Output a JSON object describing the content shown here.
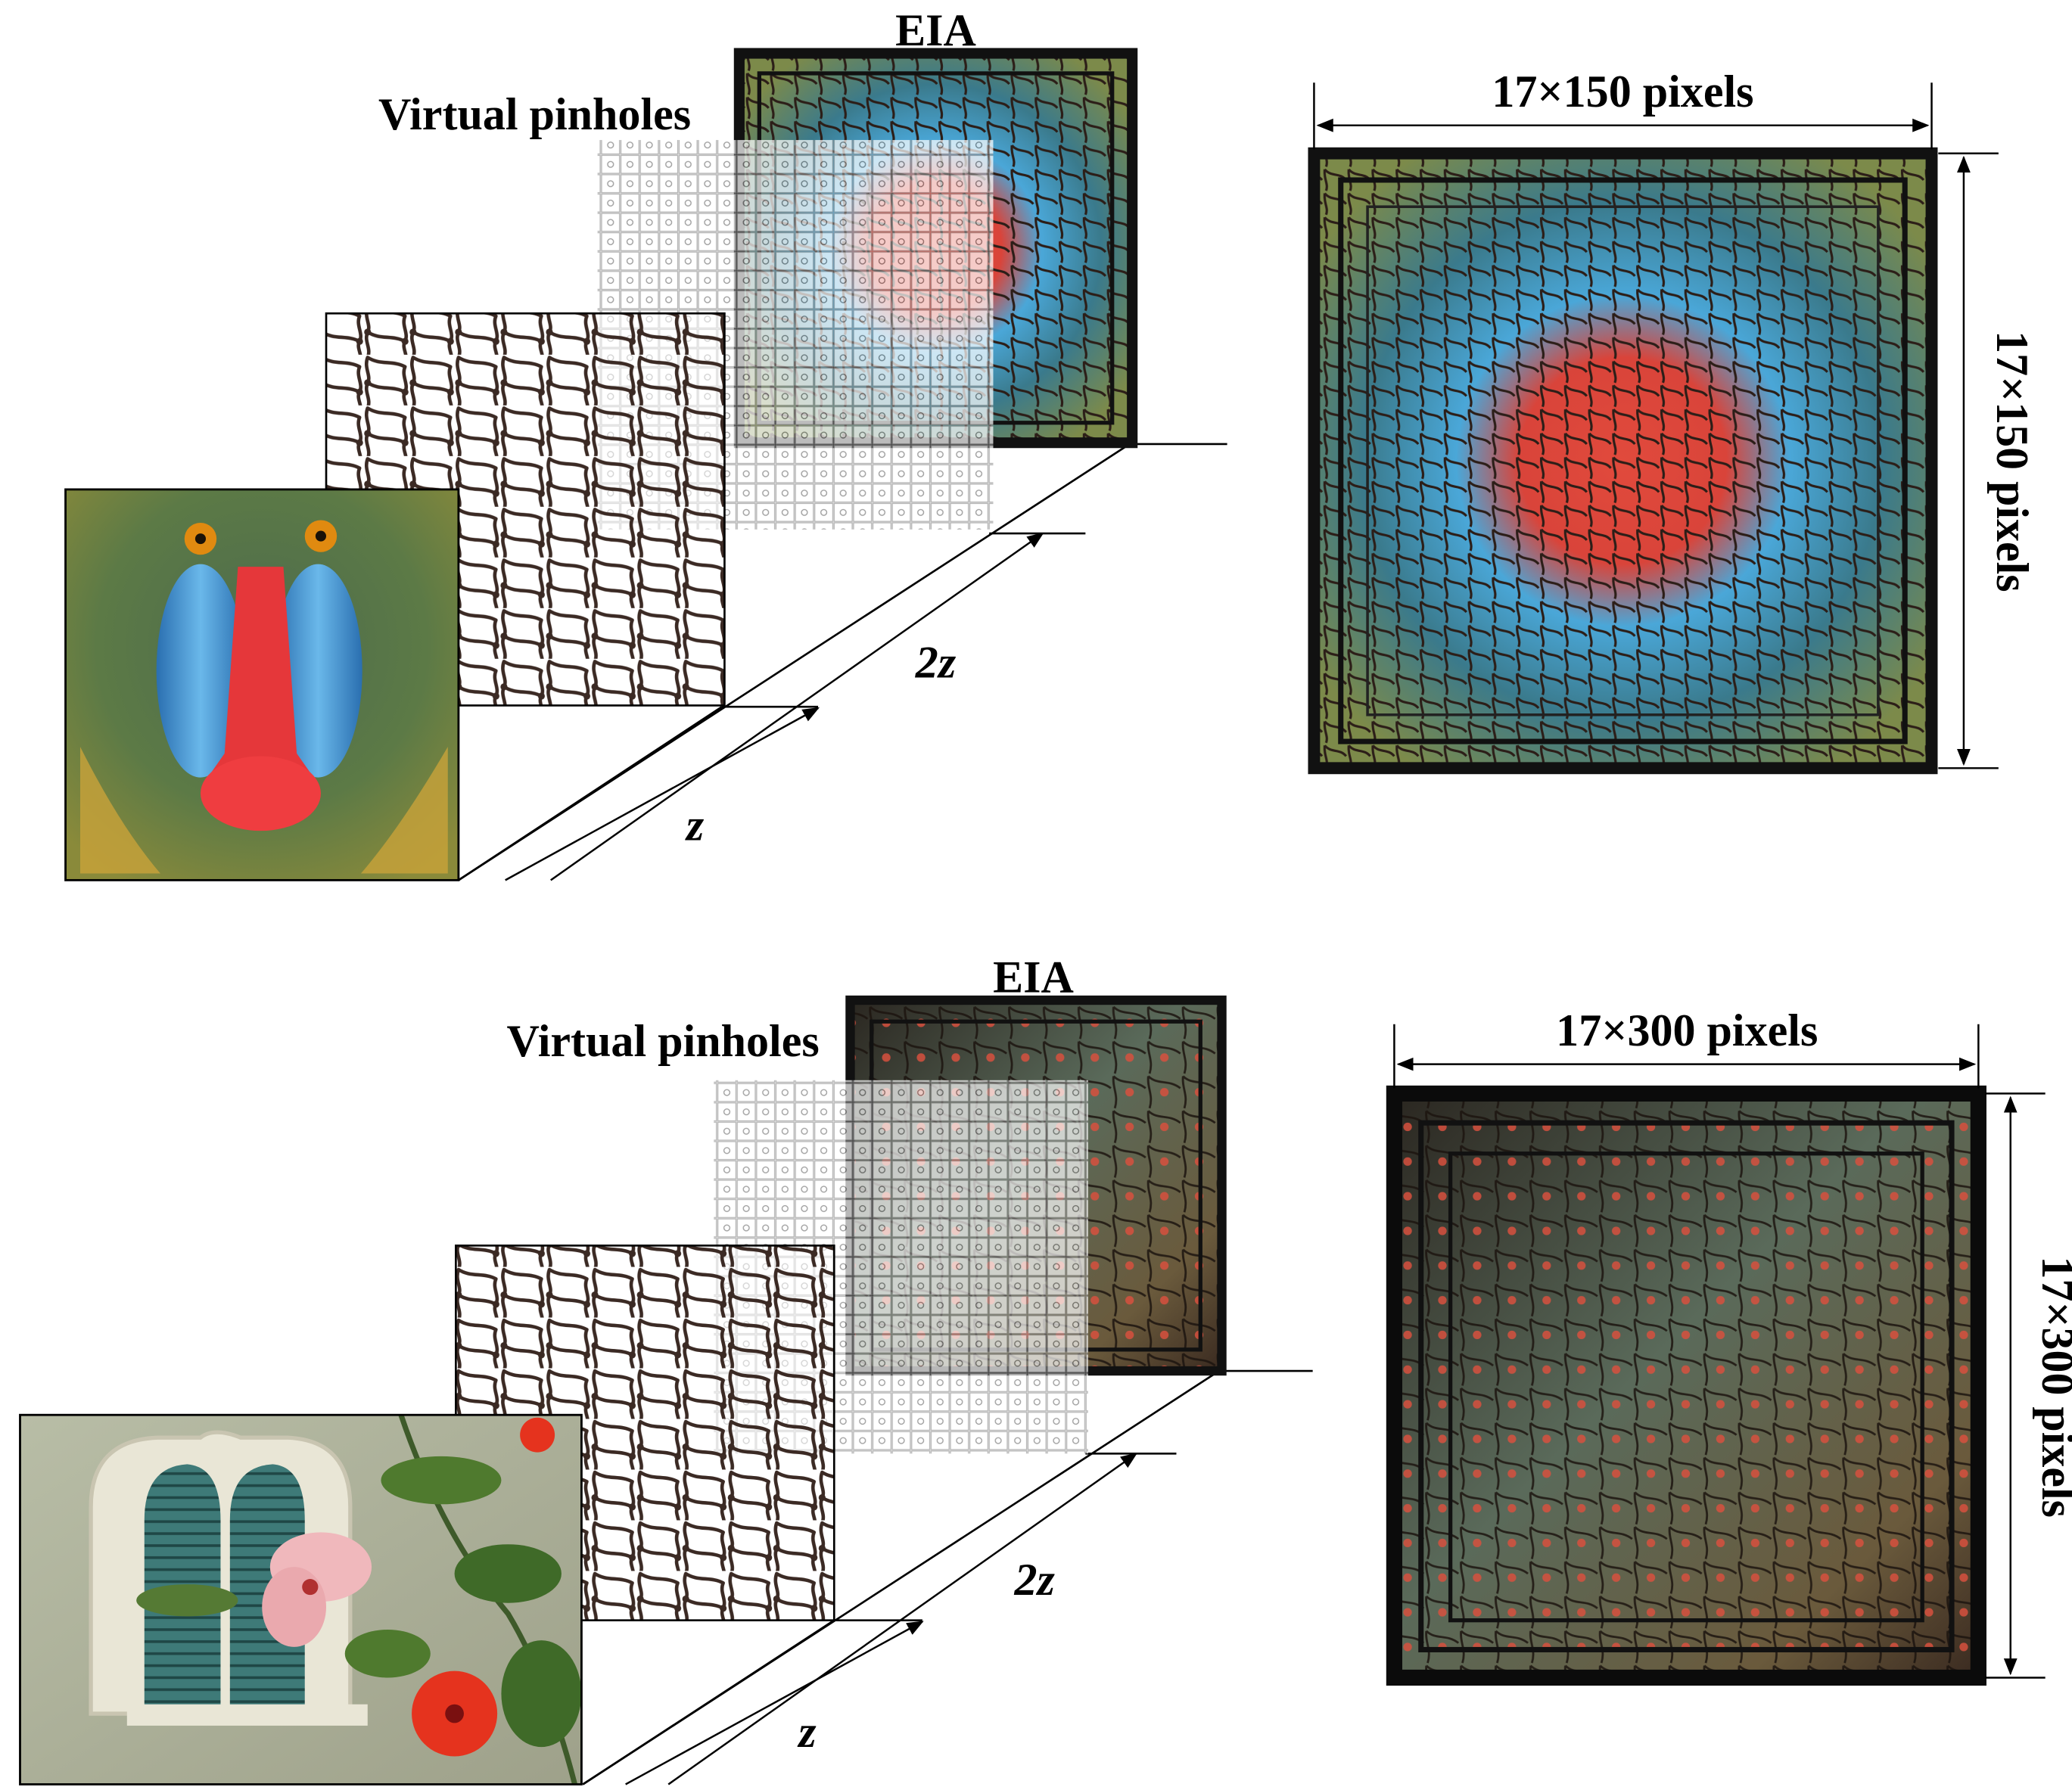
{
  "panels": [
    {
      "eia_label": "EIA",
      "pinholes_label": "Virtual pinholes",
      "distance_2z_label": "2z",
      "distance_z_label": "z",
      "width_label": "17×150 pixels",
      "height_label": "17×150 pixels",
      "scene_image": "baboon-photo",
      "mask_image": "net-mask",
      "eia_image": "elemental-image-array"
    },
    {
      "eia_label": "EIA",
      "pinholes_label": "Virtual pinholes",
      "distance_2z_label": "2z",
      "distance_z_label": "z",
      "width_label": "17×300 pixels",
      "height_label": "17×300 pixels",
      "scene_image": "window-flower-photo",
      "mask_image": "net-mask",
      "eia_image": "elemental-image-array"
    }
  ]
}
